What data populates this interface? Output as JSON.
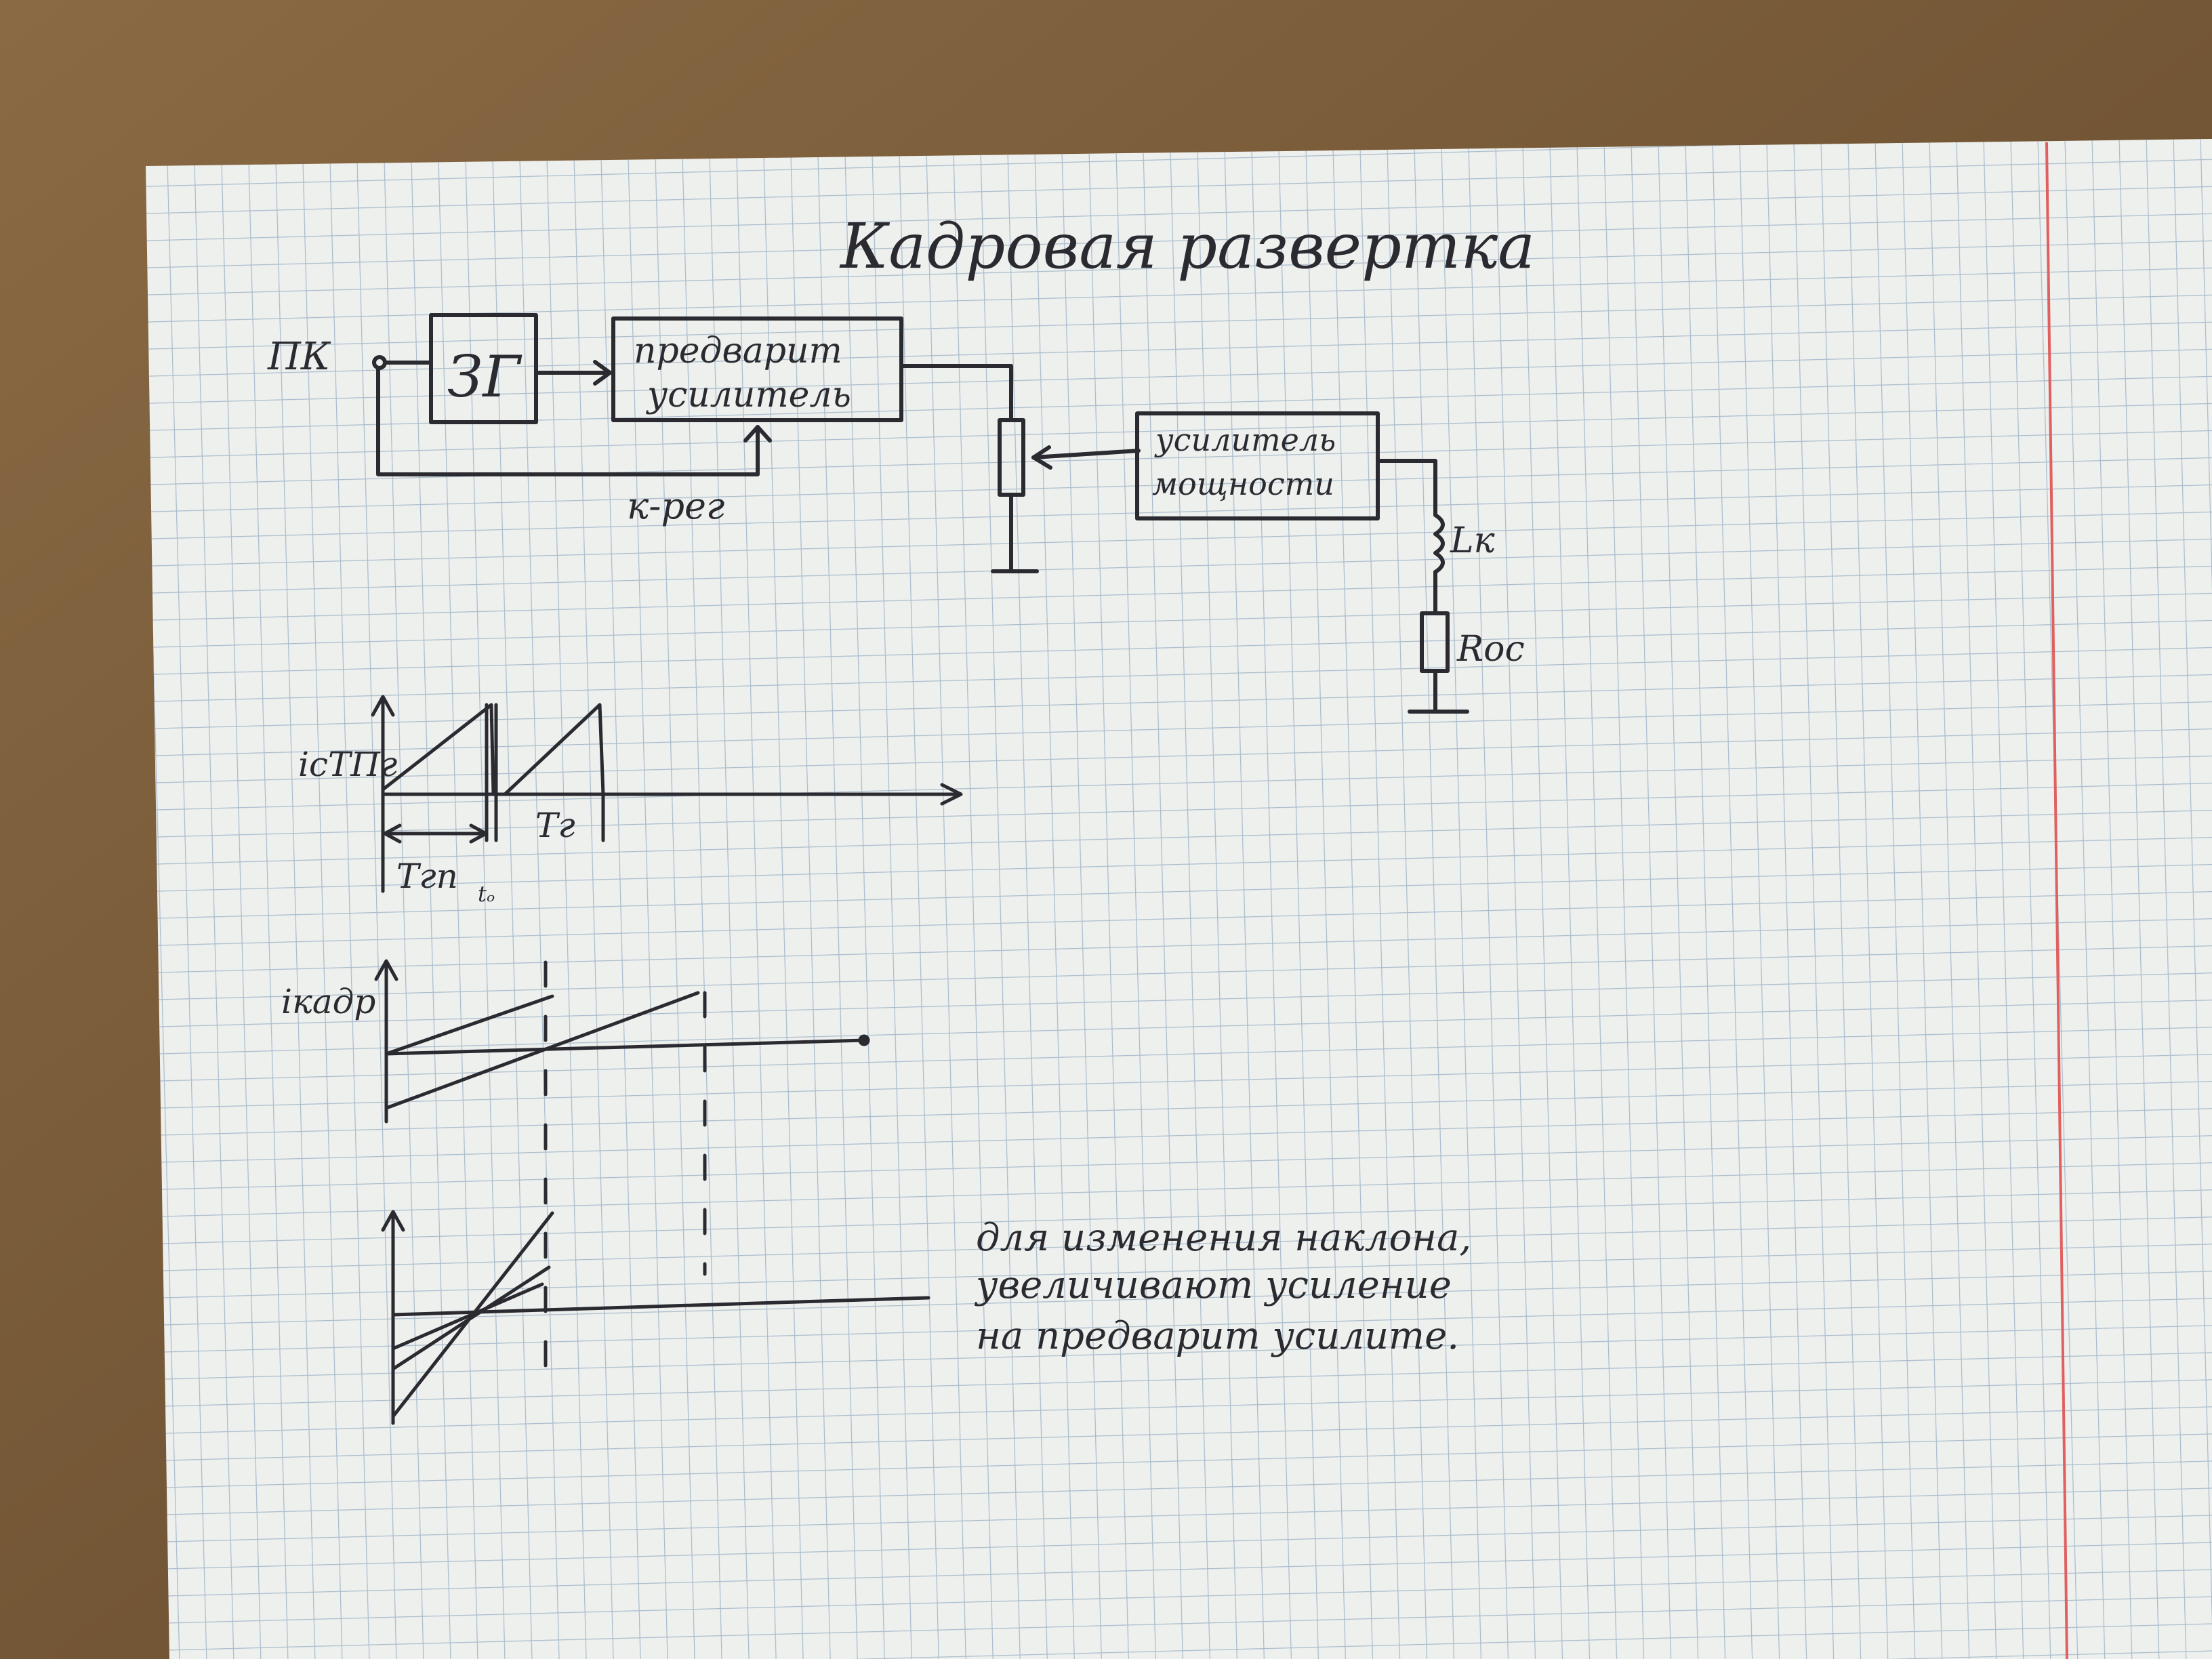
{
  "title": "Кадровая развертка",
  "block_diagram": {
    "input_label": "ПК",
    "generator_label": "ЗГ",
    "preamp_label_line1": "предварит",
    "preamp_label_line2": "усилитель",
    "feedback_label": "к-рег",
    "power_amp_label_line1": "усилитель",
    "power_amp_label_line2": "мощности",
    "inductor_label": "Lк",
    "resistor_label": "Roc"
  },
  "graph1": {
    "y_label": "iсТПг",
    "period_label_left": "Тгп",
    "period_label_right": "Тг",
    "small_mark": "tₒ"
  },
  "graph2": {
    "y_label": "iкадр"
  },
  "note": {
    "line1": "для изменения наклона,",
    "line2": "увеличивают усиление",
    "line3": "на предварит усилите."
  },
  "colors": {
    "paper": "#eef0ee",
    "grid": "#a9bccc",
    "ink": "#2a2a30",
    "margin_line": "#e06060",
    "desk": "#7a5a36"
  }
}
